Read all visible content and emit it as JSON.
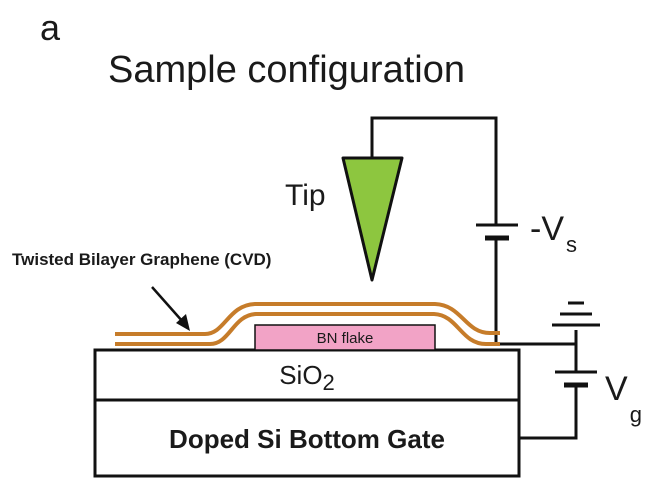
{
  "panel_label": "a",
  "title": "Sample configuration",
  "labels": {
    "tip": "Tip",
    "graphene": "Twisted Bilayer Graphene (CVD)",
    "bn_flake": "BN flake",
    "substrate_base": "SiO",
    "substrate_sub": "2",
    "gate": "Doped Si Bottom Gate",
    "sample_bias_base": "-V",
    "sample_bias_sub": "s",
    "gate_voltage_base": "V",
    "gate_voltage_sub": "g"
  },
  "colors": {
    "tip_fill": "#8dc63f",
    "graphene_stroke": "#c67c2a",
    "bn_fill": "#f2a3c6",
    "gate_text": "#2e54a6",
    "line": "#111111"
  }
}
